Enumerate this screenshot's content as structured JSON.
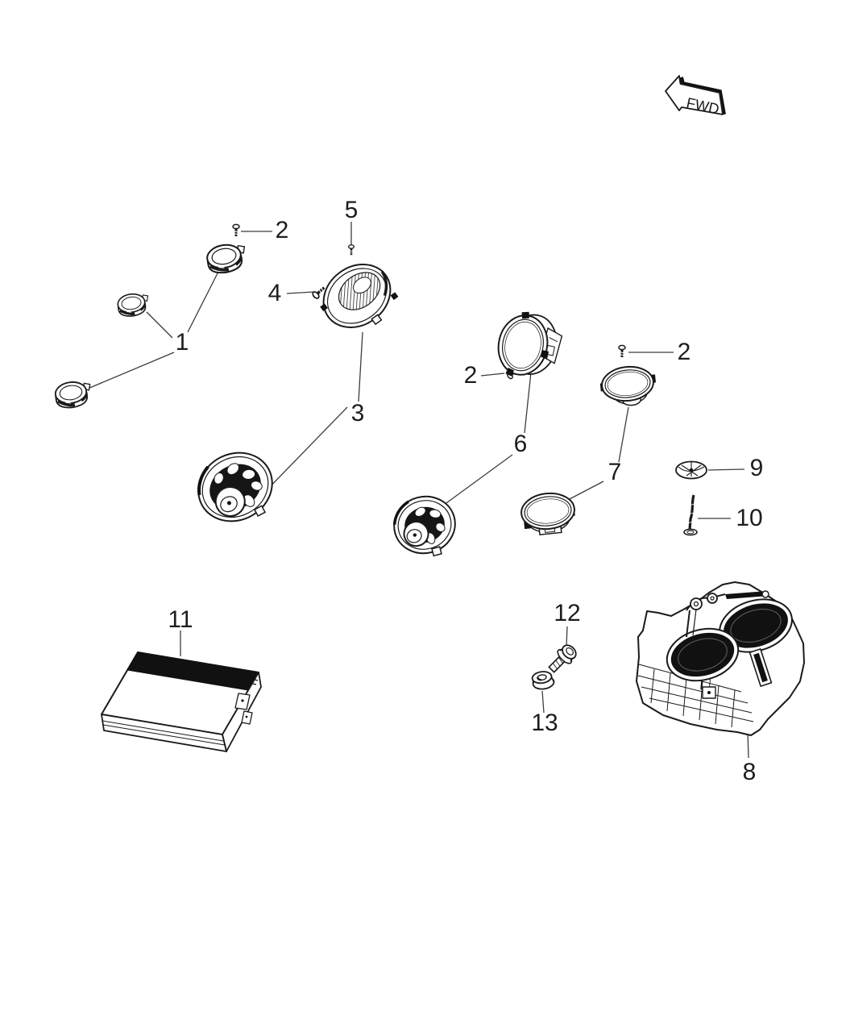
{
  "colors": {
    "ink": "#1a1a1a",
    "background": "#ffffff",
    "leader": "#3c3c3c"
  },
  "direction_arrow": {
    "label": "FWD"
  },
  "callouts": {
    "1": {
      "label": "1"
    },
    "2": {
      "label": "2"
    },
    "3": {
      "label": "3"
    },
    "4": {
      "label": "4"
    },
    "5": {
      "label": "5"
    },
    "6": {
      "label": "6"
    },
    "7": {
      "label": "7"
    },
    "8": {
      "label": "8"
    },
    "9": {
      "label": "9"
    },
    "10": {
      "label": "10"
    },
    "11": {
      "label": "11"
    },
    "12": {
      "label": "12"
    },
    "13": {
      "label": "13"
    }
  },
  "parts": {
    "1": "tweeter-speaker",
    "2": "mounting-screw",
    "3": "door-speaker",
    "4": "mounting-screw",
    "5": "mounting-screw",
    "6": "rear-speaker",
    "7": "rear-speaker",
    "8": "subwoofer-enclosure",
    "9": "retainer-clip",
    "10": "push-pin",
    "11": "amplifier",
    "12": "bolt",
    "13": "nut"
  }
}
